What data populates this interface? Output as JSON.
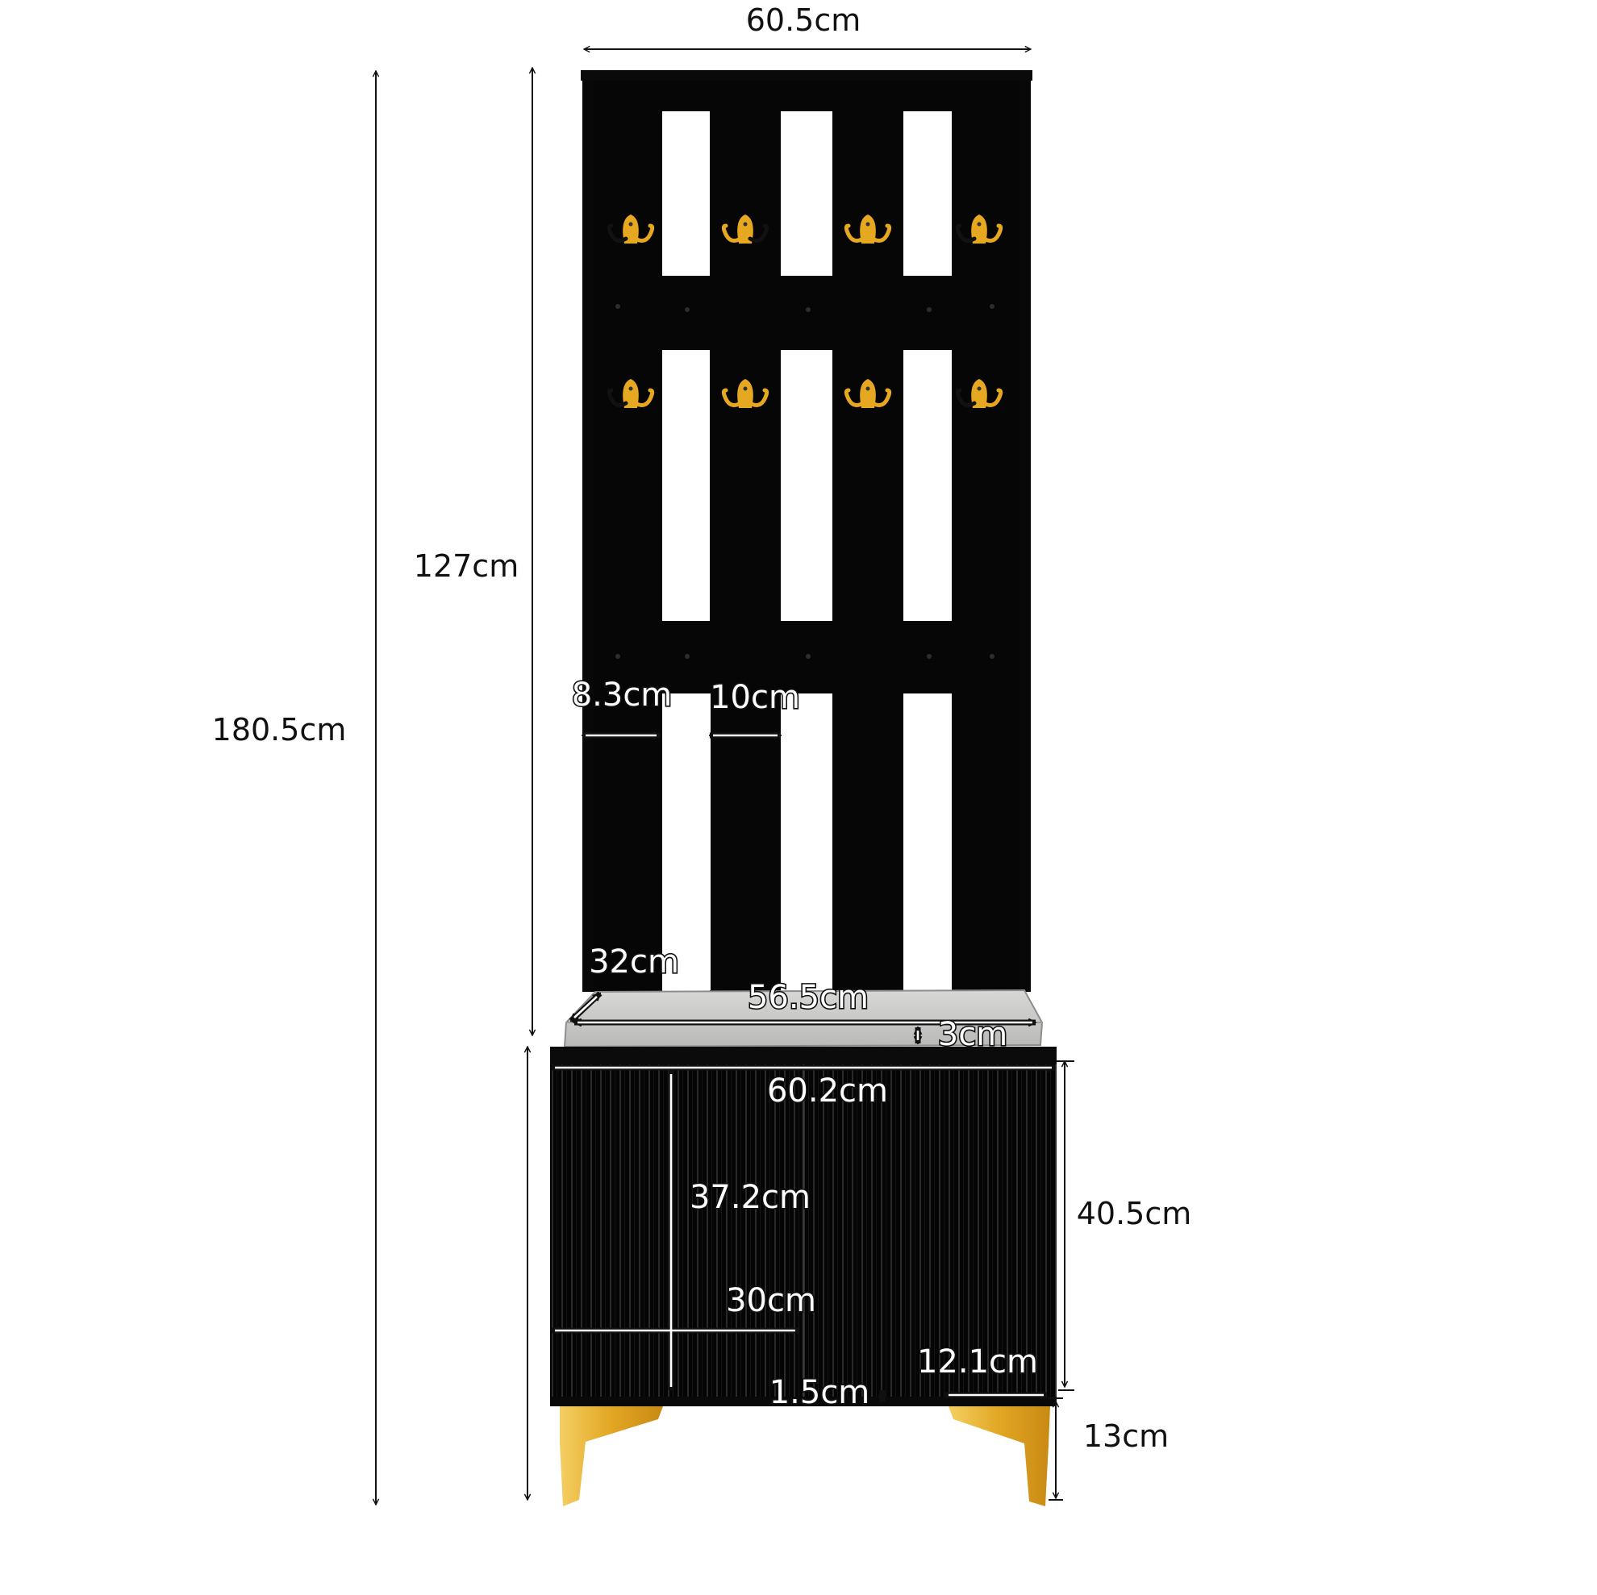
{
  "dimensions": {
    "top_width": "60.5cm",
    "panel_height": "127cm",
    "total_height": "180.5cm",
    "side_gap": "8.3cm",
    "slat_width": "10cm",
    "cushion_depth": "32cm",
    "cushion_width": "56.5cm",
    "cushion_thickness": "3cm",
    "cabinet_width": "60.2cm",
    "door_height": "37.2cm",
    "door_width": "30cm",
    "cabinet_height": "40.5cm",
    "leg_inset": "12.1cm",
    "door_gap": "1.5cm",
    "leg_height": "13cm"
  },
  "colors": {
    "furniture_black": "#060606",
    "hook_gold": "#e6a820",
    "leg_gold": "#e8b32a",
    "cushion_grey": "#c9c9c7",
    "dimension_line": "#111111",
    "background": "#ffffff"
  },
  "parts": {
    "coat_hooks": 8,
    "doors": 2,
    "legs": 2
  }
}
